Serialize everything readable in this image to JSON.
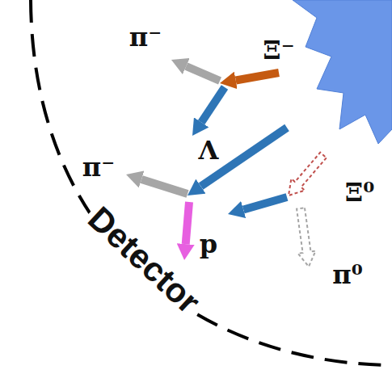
{
  "diagram": {
    "labels": [
      "π⁻",
      "Ξ⁻",
      "Λ",
      "π⁻",
      "Ξ⁰",
      "p",
      "Detector",
      "π⁰"
    ]
  }
}
